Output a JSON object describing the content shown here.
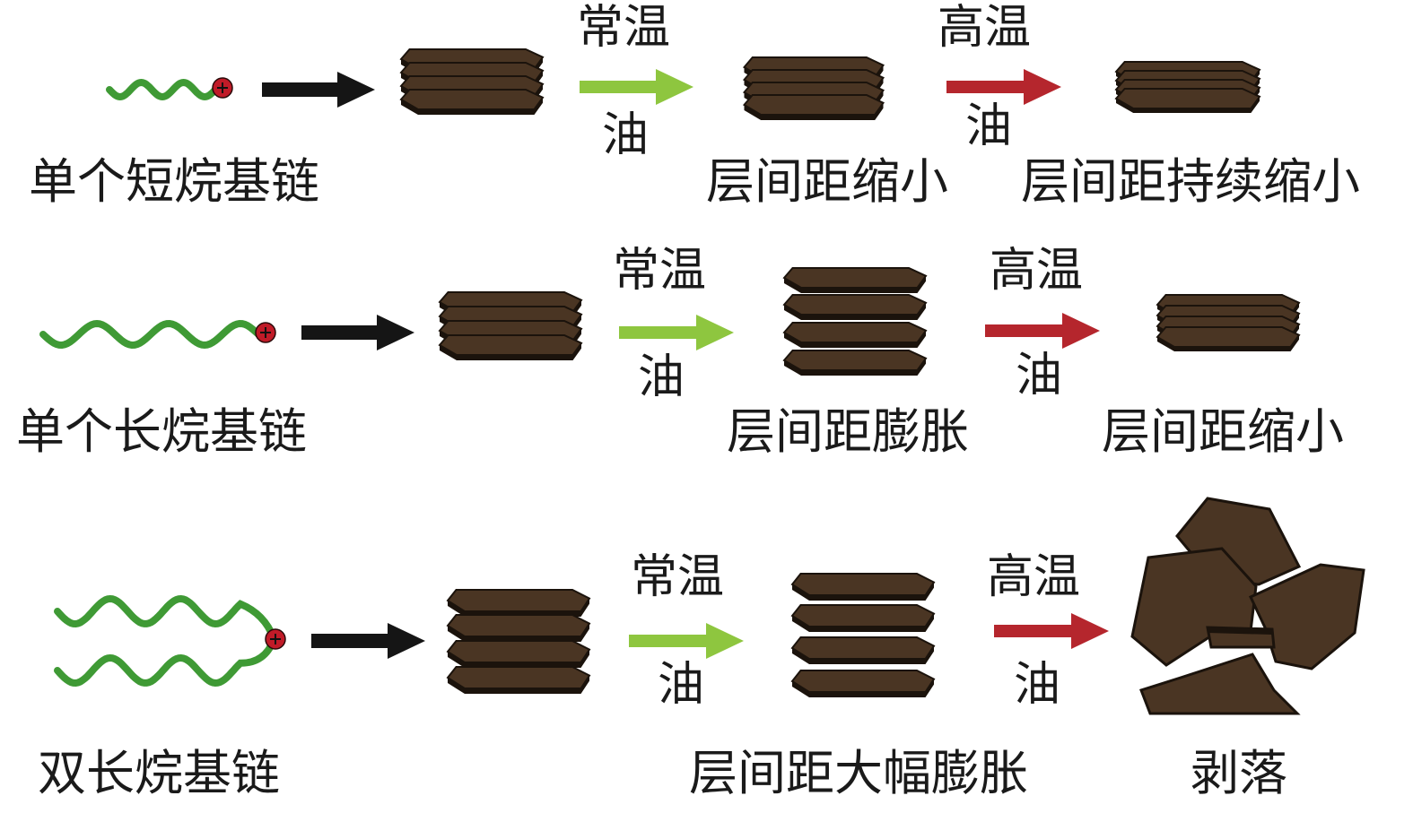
{
  "colors": {
    "chain": "#3f9a35",
    "head": "#c01b28",
    "layer_fill": "#4a3523",
    "layer_edge": "#1b130c",
    "arrow_black": "#151515",
    "arrow_green": "#8ec63f",
    "arrow_red": "#b5262d"
  },
  "rows": [
    {
      "chain_label": "单个短烷基链",
      "step1": {
        "temp": "常温",
        "medium": "油",
        "result": "层间距缩小"
      },
      "step2": {
        "temp": "高温",
        "medium": "油",
        "result": "层间距持续缩小"
      }
    },
    {
      "chain_label": "单个长烷基链",
      "step1": {
        "temp": "常温",
        "medium": "油",
        "result": "层间距膨胀"
      },
      "step2": {
        "temp": "高温",
        "medium": "油",
        "result": "层间距缩小"
      }
    },
    {
      "chain_label": "双长烷基链",
      "step1": {
        "temp": "常温",
        "medium": "油",
        "result": "层间距大幅膨胀"
      },
      "step2": {
        "temp": "高温",
        "medium": "油",
        "result": "剥落"
      }
    }
  ]
}
